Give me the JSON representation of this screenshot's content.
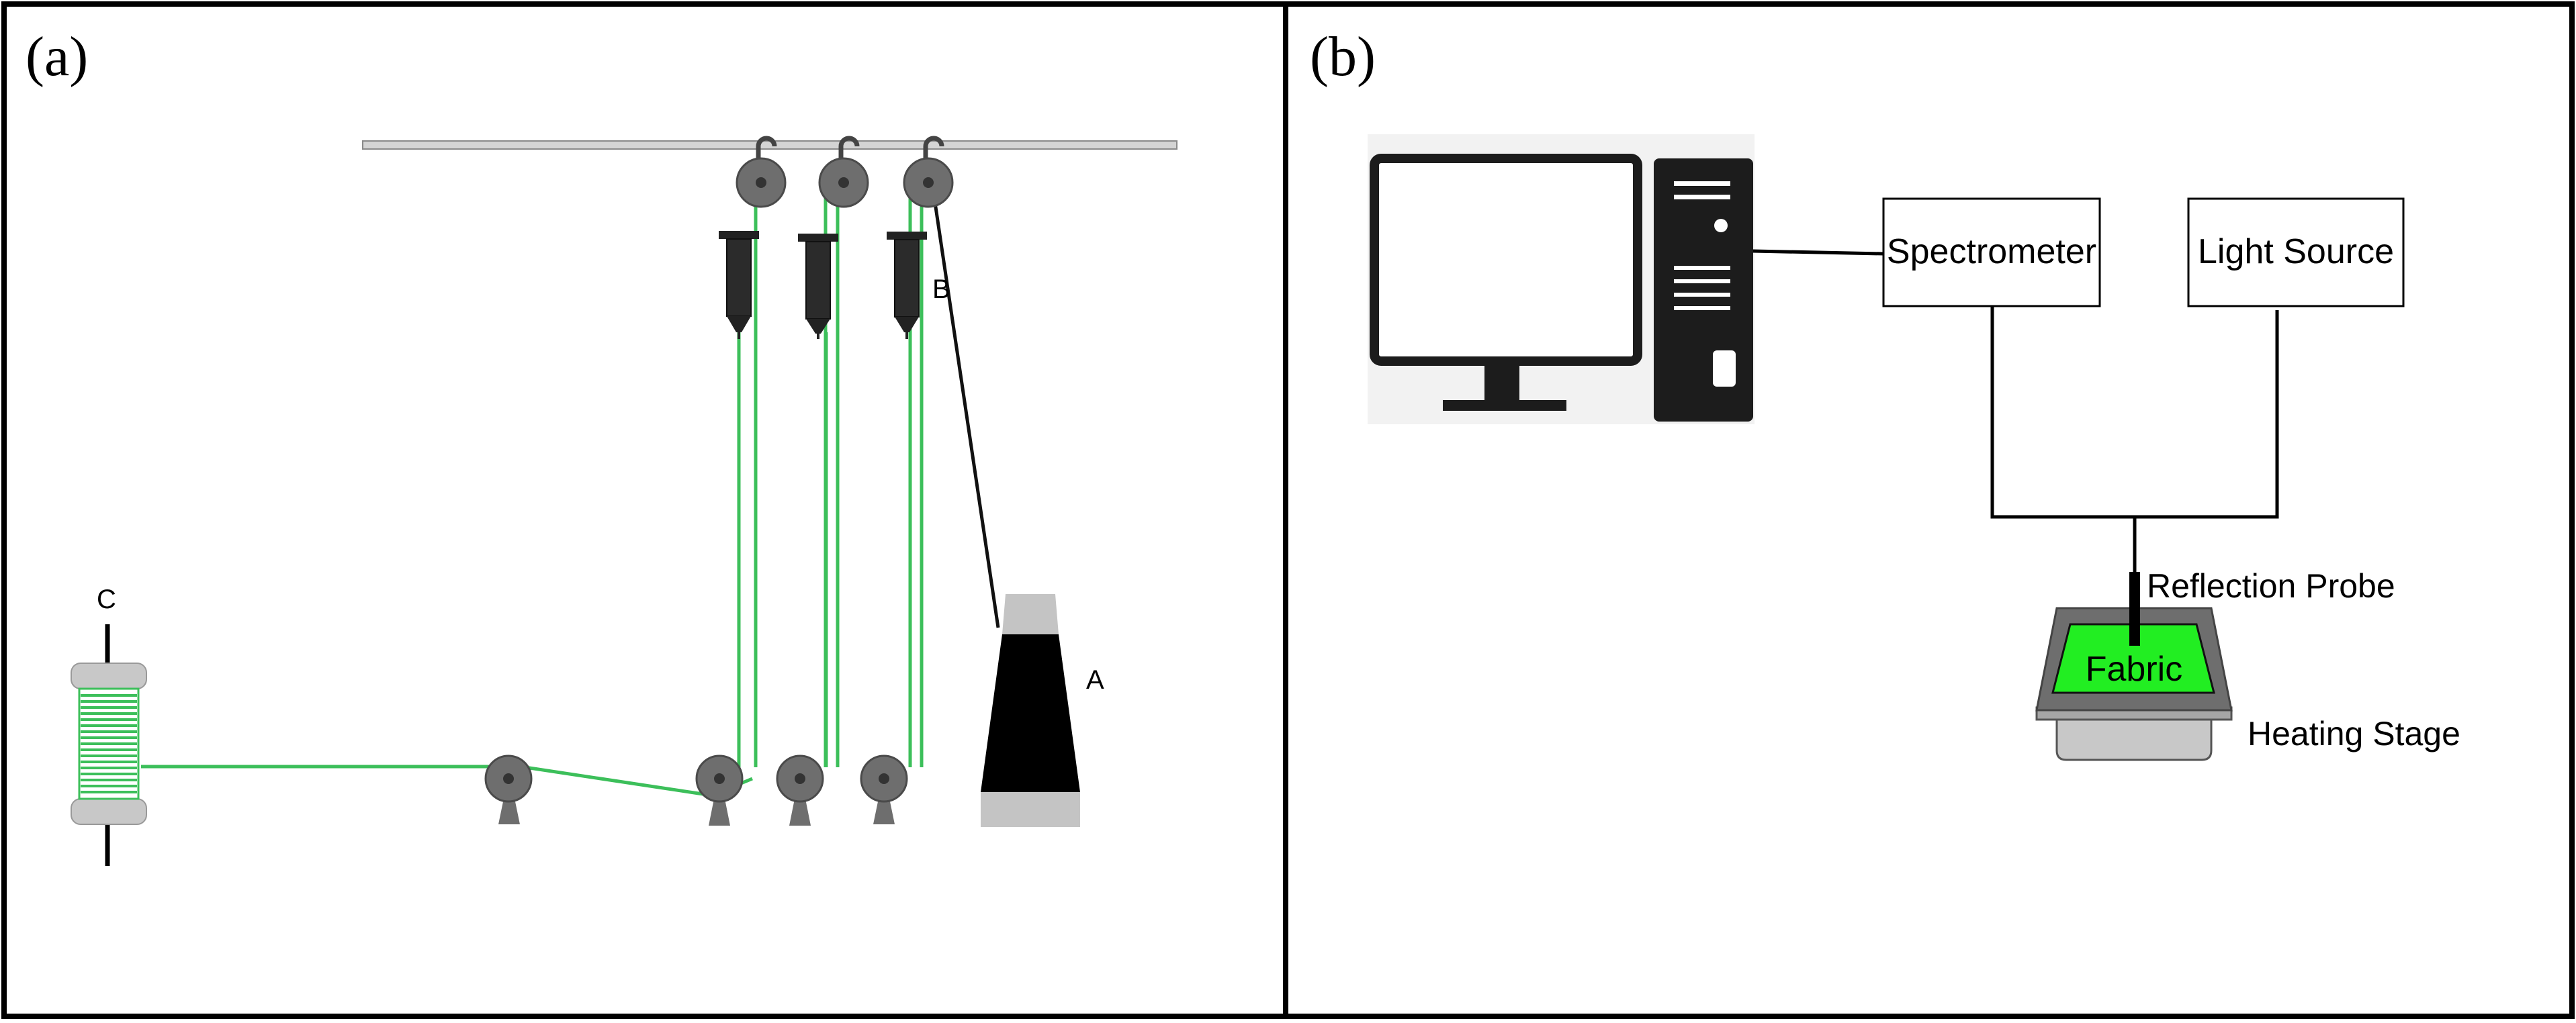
{
  "panels": {
    "a": {
      "label": "(a)",
      "letters": {
        "A": "A",
        "B": "B",
        "C": "C"
      }
    },
    "b": {
      "label": "(b)",
      "spectrometer": "Spectrometer",
      "light_source": "Light Source",
      "reflection_probe": "Reflection Probe",
      "fabric": "Fabric",
      "heating_stage": "Heating Stage"
    }
  },
  "colors": {
    "yarn": "#3cbf5a",
    "fabric": "#22ee22",
    "pulley": "#6e6e6e",
    "cone": "#000000",
    "cone_cap": "#c4c4c4",
    "stage": "#a6a6a6"
  }
}
